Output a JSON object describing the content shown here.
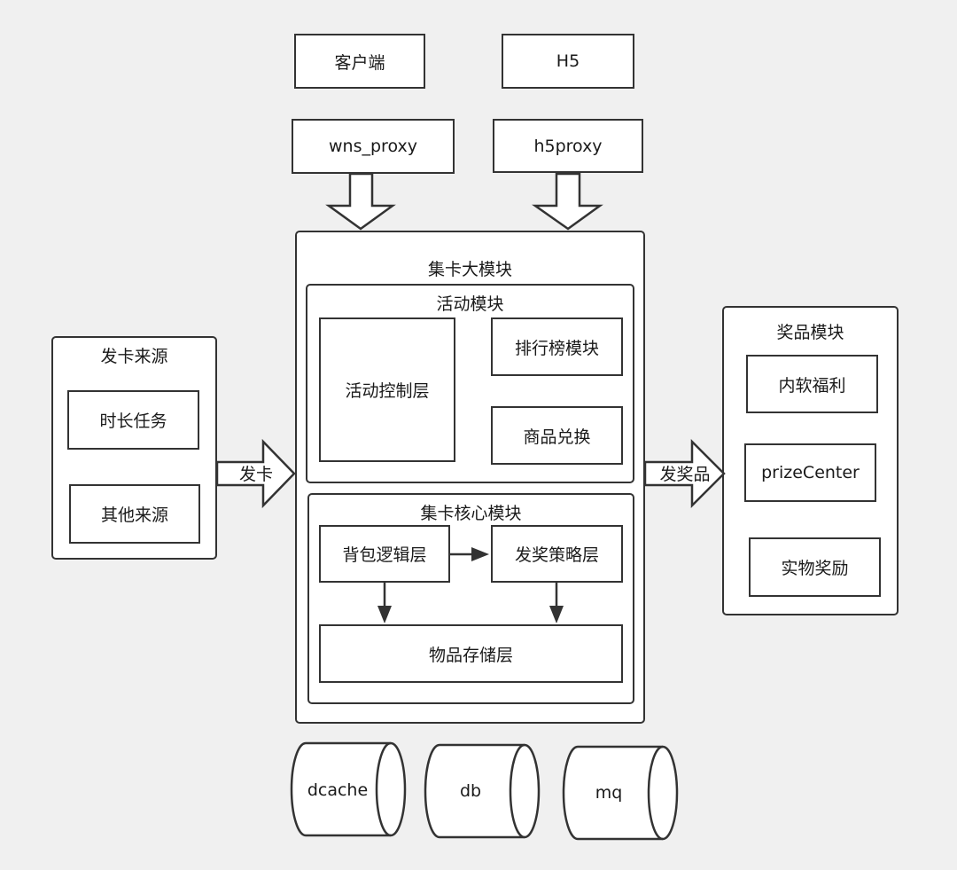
{
  "clients": {
    "client": "客户端",
    "h5": "H5"
  },
  "proxies": {
    "wns": "wns_proxy",
    "h5": "h5proxy"
  },
  "main_module": {
    "title": "集卡大模块",
    "activity_module": {
      "title": "活动模块",
      "control_layer": "活动控制层",
      "ranking_module": "排行榜模块",
      "goods_exchange": "商品兑换"
    },
    "core_module": {
      "title": "集卡核心模块",
      "backpack_logic": "背包逻辑层",
      "prize_strategy": "发奖策略层",
      "item_storage": "物品存储层"
    }
  },
  "card_source": {
    "title": "发卡来源",
    "duration_task": "时长任务",
    "other_source": "其他来源"
  },
  "prize_module": {
    "title": "奖品模块",
    "internal_welfare": "内软福利",
    "prize_center": "prizeCenter",
    "physical_prize": "实物奖励"
  },
  "arrows": {
    "issue_card": "发卡",
    "issue_prize": "发奖品"
  },
  "storage": {
    "dcache": "dcache",
    "db": "db",
    "mq": "mq"
  }
}
